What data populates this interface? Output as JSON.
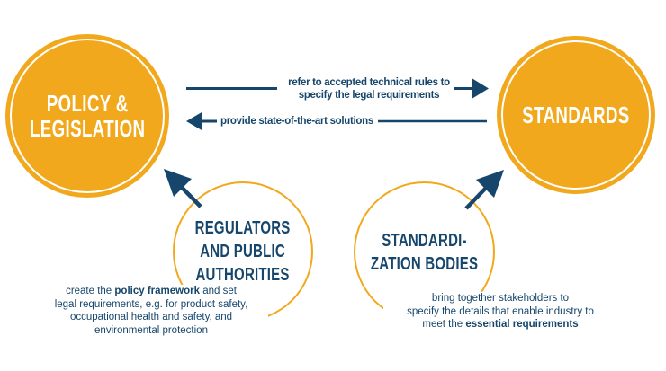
{
  "left_circle": {
    "line1": "POLICY &",
    "line2": "LEGISLATION"
  },
  "right_circle": {
    "label": "STANDARDS"
  },
  "top_arrow": {
    "direction": "right",
    "line1": "refer to accepted technical rules to",
    "line2": "specify the legal requirements"
  },
  "bottom_arrow": {
    "direction": "left",
    "text": "provide state-of-the-art solutions"
  },
  "regulators_circle": {
    "line1": "REGULATORS",
    "line2": "AND PUBLIC",
    "line3": "AUTHORITIES"
  },
  "standardization_circle": {
    "line1": "STANDARDI-",
    "line2": "ZATION BODIES"
  },
  "regulators_note": {
    "line1_pre": "create the ",
    "line1_bold": "policy framework",
    "line1_post": " and set",
    "line2": "legal requirements, e.g. for product safety,",
    "line3": "occupational health and safety, and",
    "line4": "environmental protection"
  },
  "standardization_note": {
    "line1": "bring together stakeholders to",
    "line2": "specify the details that enable industry to",
    "line3_pre": "meet the ",
    "line3_bold": "essential requirements"
  },
  "colors": {
    "yellow": "#F2A81D",
    "navy": "#16466B",
    "ring_white": "#FFFFFF",
    "background": "#FFFFFF"
  }
}
